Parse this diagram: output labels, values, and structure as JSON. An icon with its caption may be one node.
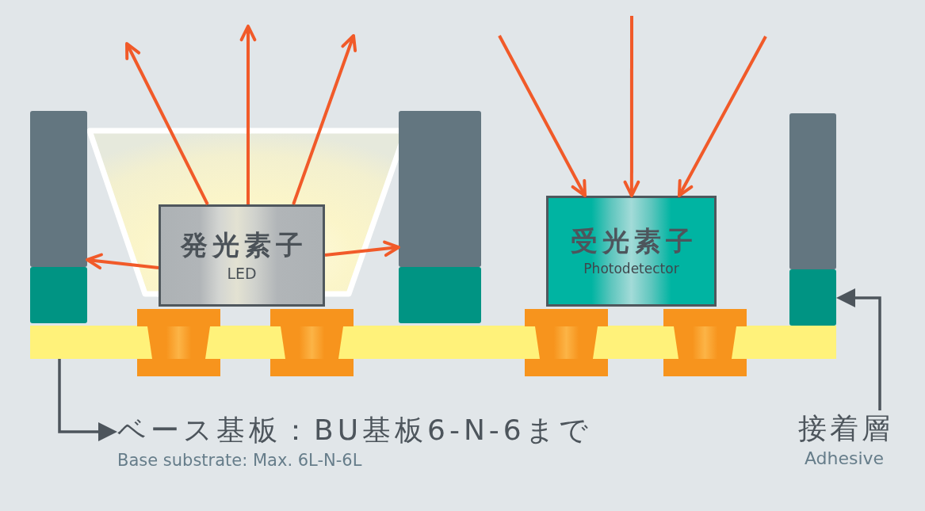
{
  "diagram": {
    "nodes": [
      {
        "text": [],
        "shape": "box"
      },
      {
        "text": [
          "発光素子",
          "LED"
        ]
      },
      {
        "text": [],
        "shape": "box"
      },
      {
        "text": [
          "受光素子",
          "Photodetector"
        ]
      },
      {
        "text": [],
        "shape": "box"
      },
      {
        "text": [],
        "shape": "box"
      },
      {
        "text": [],
        "shape": "box"
      },
      {
        "text": [],
        "shape": "box"
      },
      {
        "text": [],
        "shape": "bar"
      },
      {
        "text": [
          "ベース基板：BU基板6-N-6まで",
          "Base substrate: Max. 6L-N-6L"
        ]
      },
      {
        "text": [
          "接着層",
          "Adhesive"
        ]
      }
    ],
    "edges": [
      {
        "from": 1,
        "to": null,
        "arrow": "to"
      },
      {
        "from": 1,
        "to": null,
        "arrow": "to"
      },
      {
        "from": 1,
        "to": null,
        "arrow": "to"
      },
      {
        "from": 1,
        "to": 0,
        "arrow": "to"
      },
      {
        "from": 1,
        "to": 2,
        "arrow": "to"
      },
      {
        "from": null,
        "to": 3,
        "arrow": "to"
      },
      {
        "from": null,
        "to": 3,
        "arrow": "to"
      },
      {
        "from": null,
        "to": 3,
        "arrow": "to"
      },
      {
        "from": 8,
        "to": 9,
        "arrow": "to",
        "color": "#4d555c"
      },
      {
        "from": 10,
        "to": 7,
        "arrow": "to",
        "color": "#4d555c"
      }
    ]
  }
}
